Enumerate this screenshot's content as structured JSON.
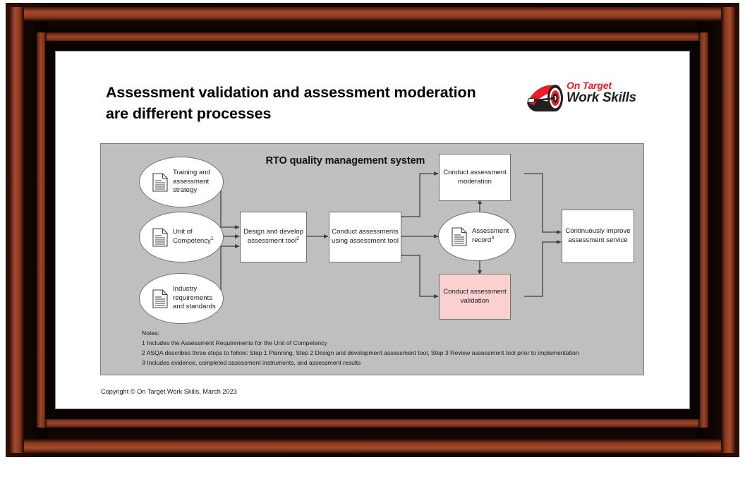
{
  "slide": {
    "title": "Assessment validation and assessment moderation are different processes",
    "title_line1": "Assessment validation and assessment moderation",
    "title_line2": "are different processes",
    "copyright": "Copyright © On Target Work Skills, March 2023"
  },
  "logo": {
    "line1": "On Target",
    "line2": "Work Skills",
    "mark_name": "target-arrow-icon",
    "red": "#ed1c24",
    "black": "#231f20"
  },
  "diagram": {
    "title": "RTO quality management system",
    "panel_background": "#bfbfbf",
    "panel_border": "#7b7b7b",
    "highlight_color": "#fbd0d1",
    "nodes": [
      {
        "id": "training-and-assessment-strategy",
        "shape": "ellipse",
        "icon": "document-icon",
        "label": "Training and assessment strategy"
      },
      {
        "id": "unit-of-competency",
        "shape": "ellipse",
        "icon": "document-icon",
        "label": "Unit of Competency",
        "sup": "1"
      },
      {
        "id": "industry-requirements-and-standards",
        "shape": "ellipse",
        "icon": "document-icon",
        "label": "Industry requirements and standards"
      },
      {
        "id": "design-and-develop-assessment-tool",
        "shape": "rect",
        "label": "Design and develop assessment tool",
        "sup": "2"
      },
      {
        "id": "conduct-assessments-using-assessment-tool",
        "shape": "rect",
        "label": "Conduct assessments using assessment tool"
      },
      {
        "id": "conduct-assessment-moderation",
        "shape": "rect",
        "label": "Conduct assessment moderation"
      },
      {
        "id": "assessment-record",
        "shape": "ellipse",
        "icon": "document-icon",
        "label": "Assessment record",
        "sup": "3"
      },
      {
        "id": "conduct-assessment-validation",
        "shape": "rect",
        "highlighted": true,
        "label": "Conduct assessment validation"
      },
      {
        "id": "continuously-improve-assessment-service",
        "shape": "rect",
        "label": "Continuously improve assessment service"
      }
    ]
  },
  "notes": {
    "heading": "Notes:",
    "items": [
      "1 Includes the Assessment Requirements for the Unit of Competency",
      "2 ASQA describes three steps to follow: Step 1 Planning, Step 2 Design and development assessment tool, Step 3 Review assessment tool prior to implementation",
      "3 Includes evidence, completed assessment instruments, and assessment results"
    ]
  },
  "frame": {
    "style": "wooden-picture-frame",
    "colors": {
      "wood": "#8a3a22",
      "dark": "#0d0502",
      "inner_wood": "#7e331d"
    }
  }
}
